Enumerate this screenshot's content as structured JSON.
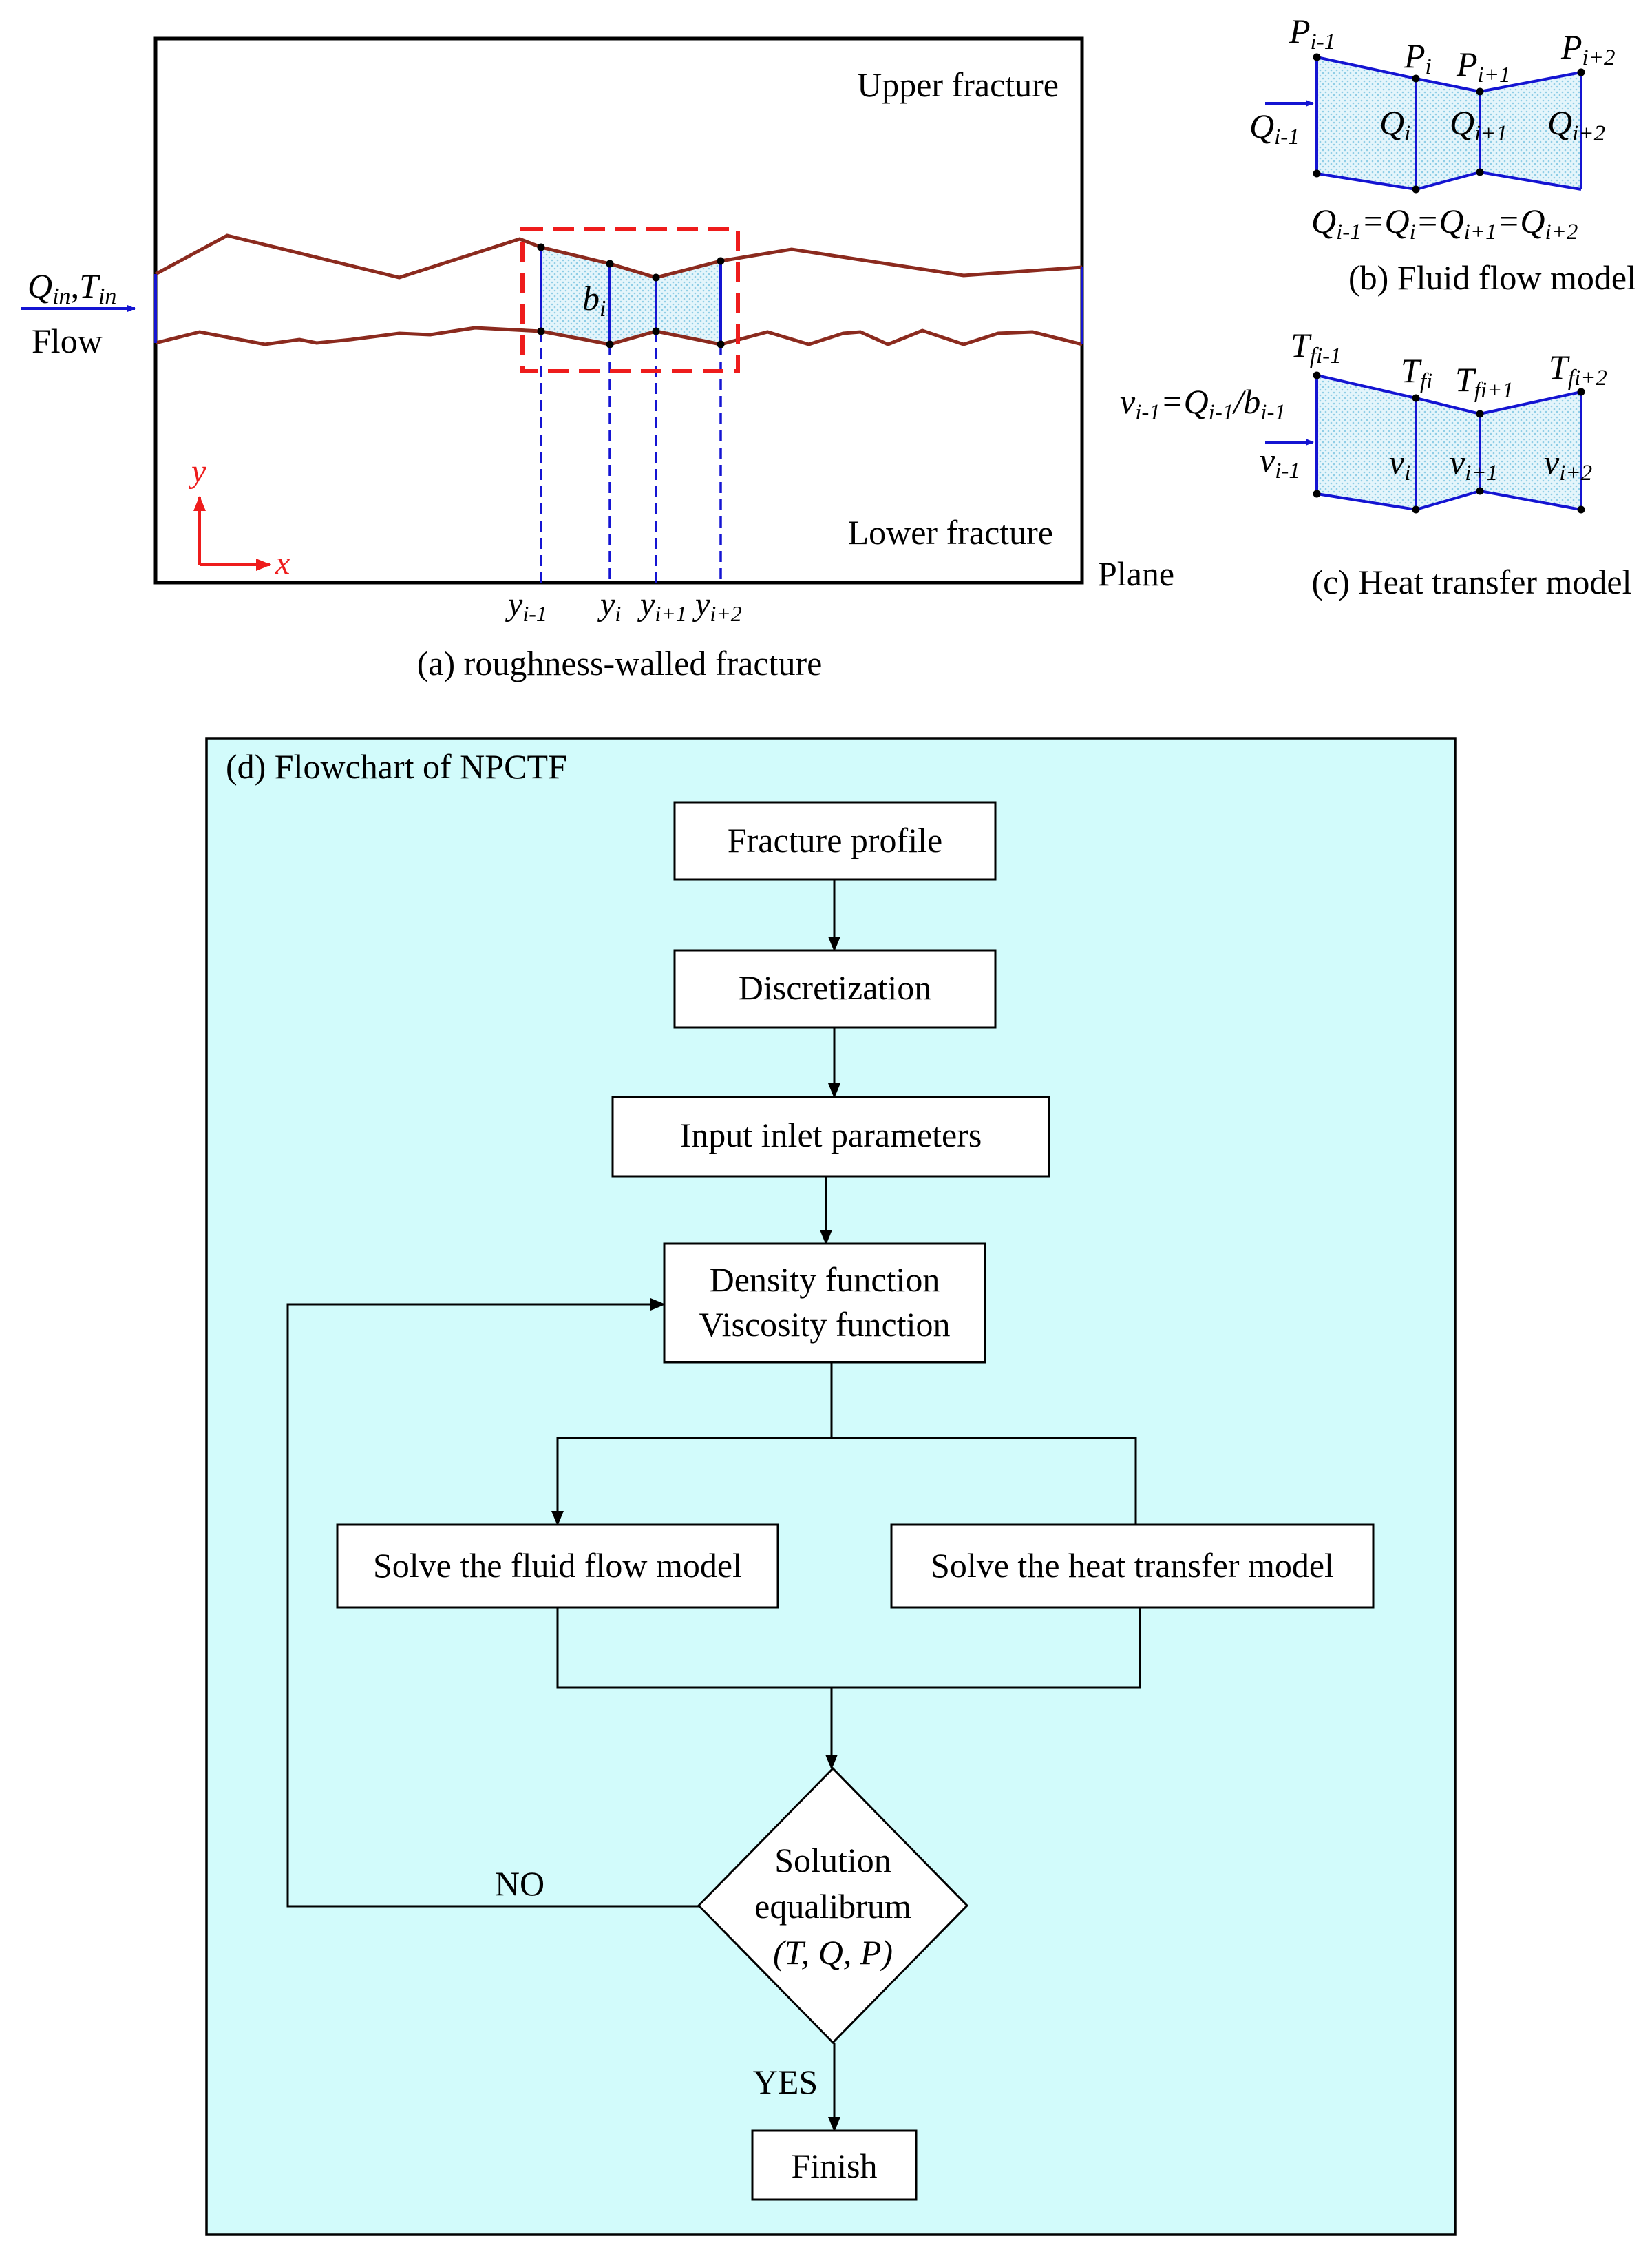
{
  "panel_a": {
    "upper_label": "Upper fracture",
    "lower_label": "Lower fracture",
    "plane_label": "Plane",
    "inlet_q": "Q",
    "inlet_q_sub": "in",
    "inlet_sep": ",",
    "inlet_t": "T",
    "inlet_t_sub": "in",
    "flow_label": "Flow",
    "aperture": "b",
    "aperture_sub": "i",
    "axis_y": "y",
    "axis_x": "x",
    "y_labels": [
      {
        "main": "y",
        "sub": "i-1"
      },
      {
        "main": "y",
        "sub": "i"
      },
      {
        "main": "y",
        "sub": "i+1"
      },
      {
        "main": "y",
        "sub": "i+2"
      }
    ],
    "caption": "(a) roughness-walled fracture"
  },
  "panel_b": {
    "p_labels": [
      {
        "main": "P",
        "sub": "i-1"
      },
      {
        "main": "P",
        "sub": "i"
      },
      {
        "main": "P",
        "sub": "i+1"
      },
      {
        "main": "P",
        "sub": "i+2"
      }
    ],
    "q_labels": [
      {
        "main": "Q",
        "sub": "i-1"
      },
      {
        "main": "Q",
        "sub": "i"
      },
      {
        "main": "Q",
        "sub": "i+1"
      },
      {
        "main": "Q",
        "sub": "i+2"
      }
    ],
    "equation": [
      {
        "main": "Q",
        "sub": "i-1"
      },
      {
        "main": "=Q",
        "sub": "i"
      },
      {
        "main": "=Q",
        "sub": "i+1"
      },
      {
        "main": "=Q",
        "sub": "i+2"
      }
    ],
    "caption": "(b) Fluid flow model"
  },
  "panel_c": {
    "t_labels": [
      {
        "main": "T",
        "sub": "fi-1"
      },
      {
        "main": "T",
        "sub": "fi"
      },
      {
        "main": "T",
        "sub": "fi+1"
      },
      {
        "main": "T",
        "sub": "fi+2"
      }
    ],
    "v_labels": [
      {
        "main": "v",
        "sub": "i-1"
      },
      {
        "main": "v",
        "sub": "i"
      },
      {
        "main": "v",
        "sub": "i+1"
      },
      {
        "main": "v",
        "sub": "i+2"
      }
    ],
    "equation": [
      {
        "main": "v",
        "sub": "i-1"
      },
      {
        "main": "=Q",
        "sub": "i-1"
      },
      {
        "main": "/b",
        "sub": "i-1"
      }
    ],
    "caption": "(c) Heat transfer model"
  },
  "panel_d": {
    "title": "(d) Flowchart of NPCTF",
    "fracture_profile": "Fracture profile",
    "discretization": "Discretization",
    "input_inlet": "Input inlet parameters",
    "density": "Density function",
    "viscosity": "Viscosity function",
    "solve_fluid": "Solve the fluid flow model",
    "solve_heat": "Solve the heat transfer model",
    "decision_line1": "Solution",
    "decision_line2": "equalibrum",
    "decision_line3": "(T, Q, P)",
    "no_label": "NO",
    "yes_label": "YES",
    "finish": "Finish"
  },
  "colors": {
    "fracture_wall": "#8b2a1e",
    "blue": "#1414d2",
    "red_dash": "#ee1c1c",
    "fill_hatch": "#bfe6f4",
    "flowchart_bg": "#d2fbfb"
  }
}
